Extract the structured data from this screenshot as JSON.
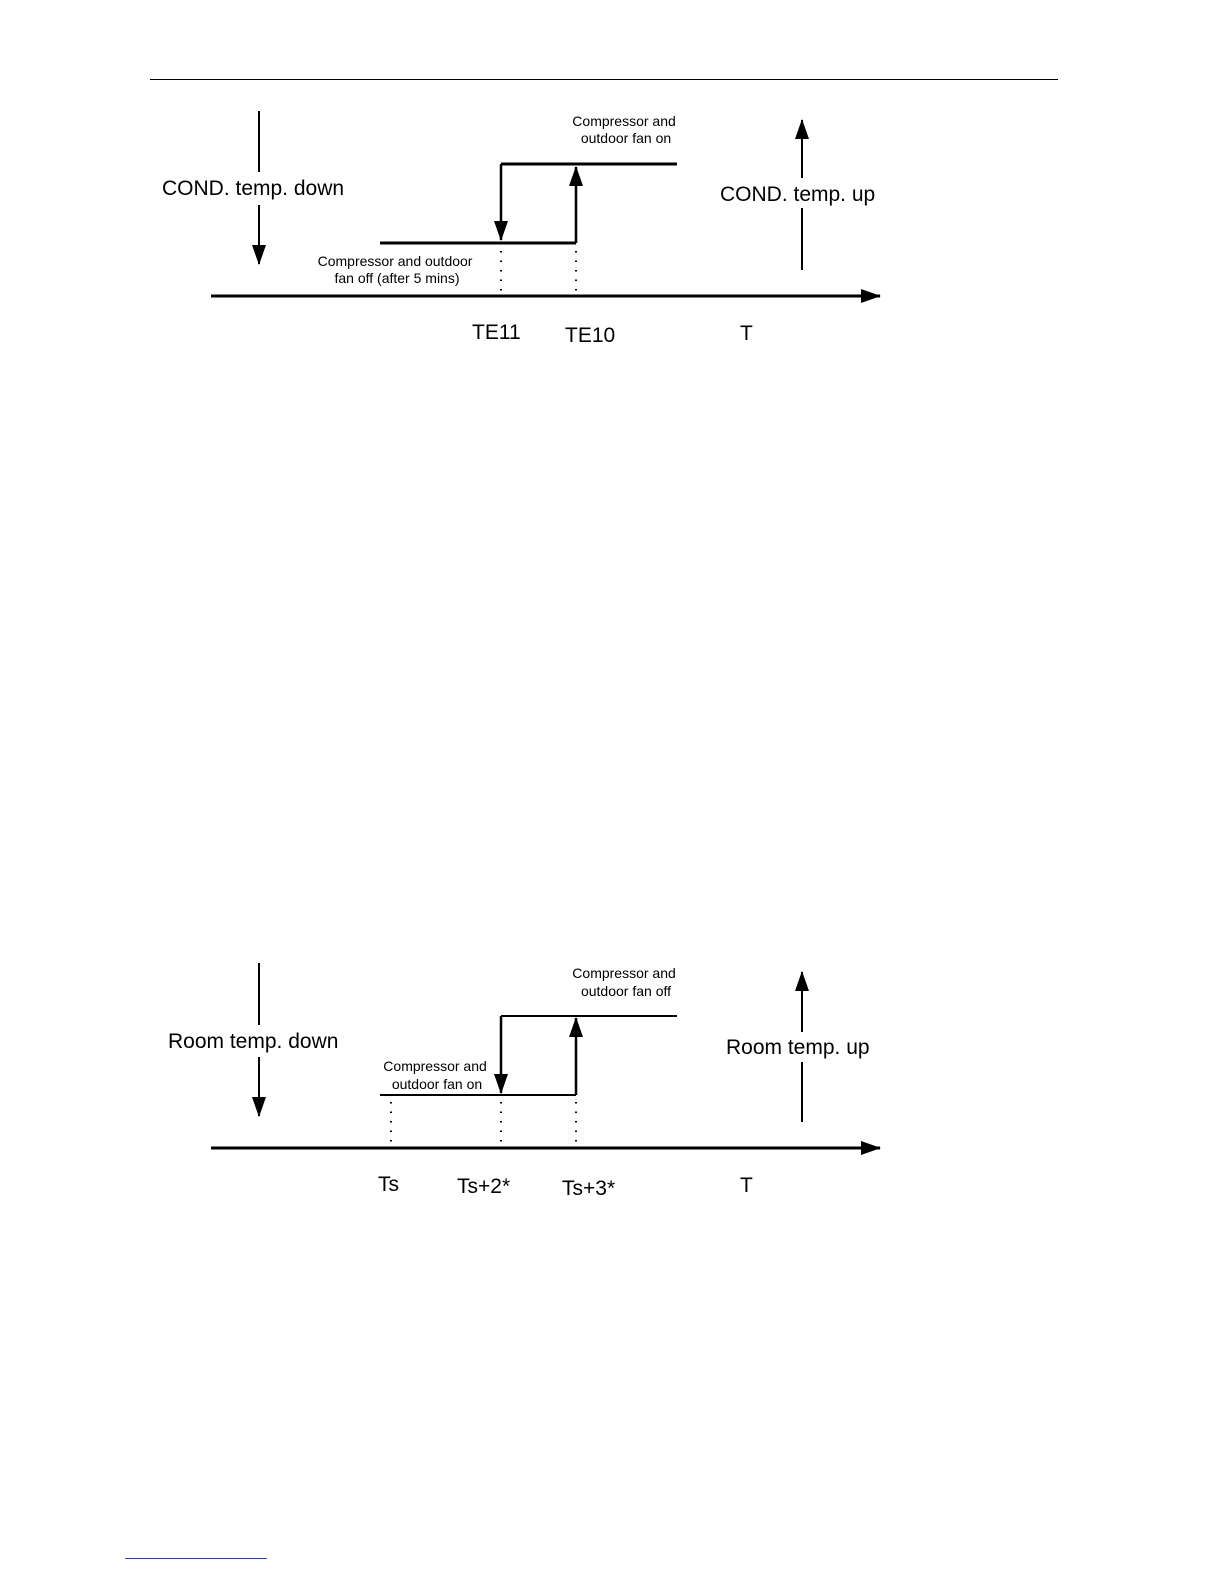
{
  "diagrams": [
    {
      "direction_down_label": "COND. temp. down",
      "direction_up_label": "COND. temp. up",
      "state_high_label": [
        "Compressor and",
        "outdoor fan on"
      ],
      "state_low_label": [
        "Compressor and outdoor",
        "fan off (after 5 mins)"
      ],
      "threshold_low_label": "TE11",
      "threshold_high_label": "TE10",
      "axis_label": "T"
    },
    {
      "direction_down_label": "Room temp. down",
      "direction_up_label": "Room temp. up",
      "state_high_label": [
        "Compressor and",
        "outdoor fan off"
      ],
      "state_low_label": [
        "Compressor and",
        "outdoor fan on"
      ],
      "base_label": "Ts",
      "threshold_low_label": "Ts+2*",
      "threshold_high_label": "Ts+3*",
      "axis_label": "T"
    }
  ]
}
